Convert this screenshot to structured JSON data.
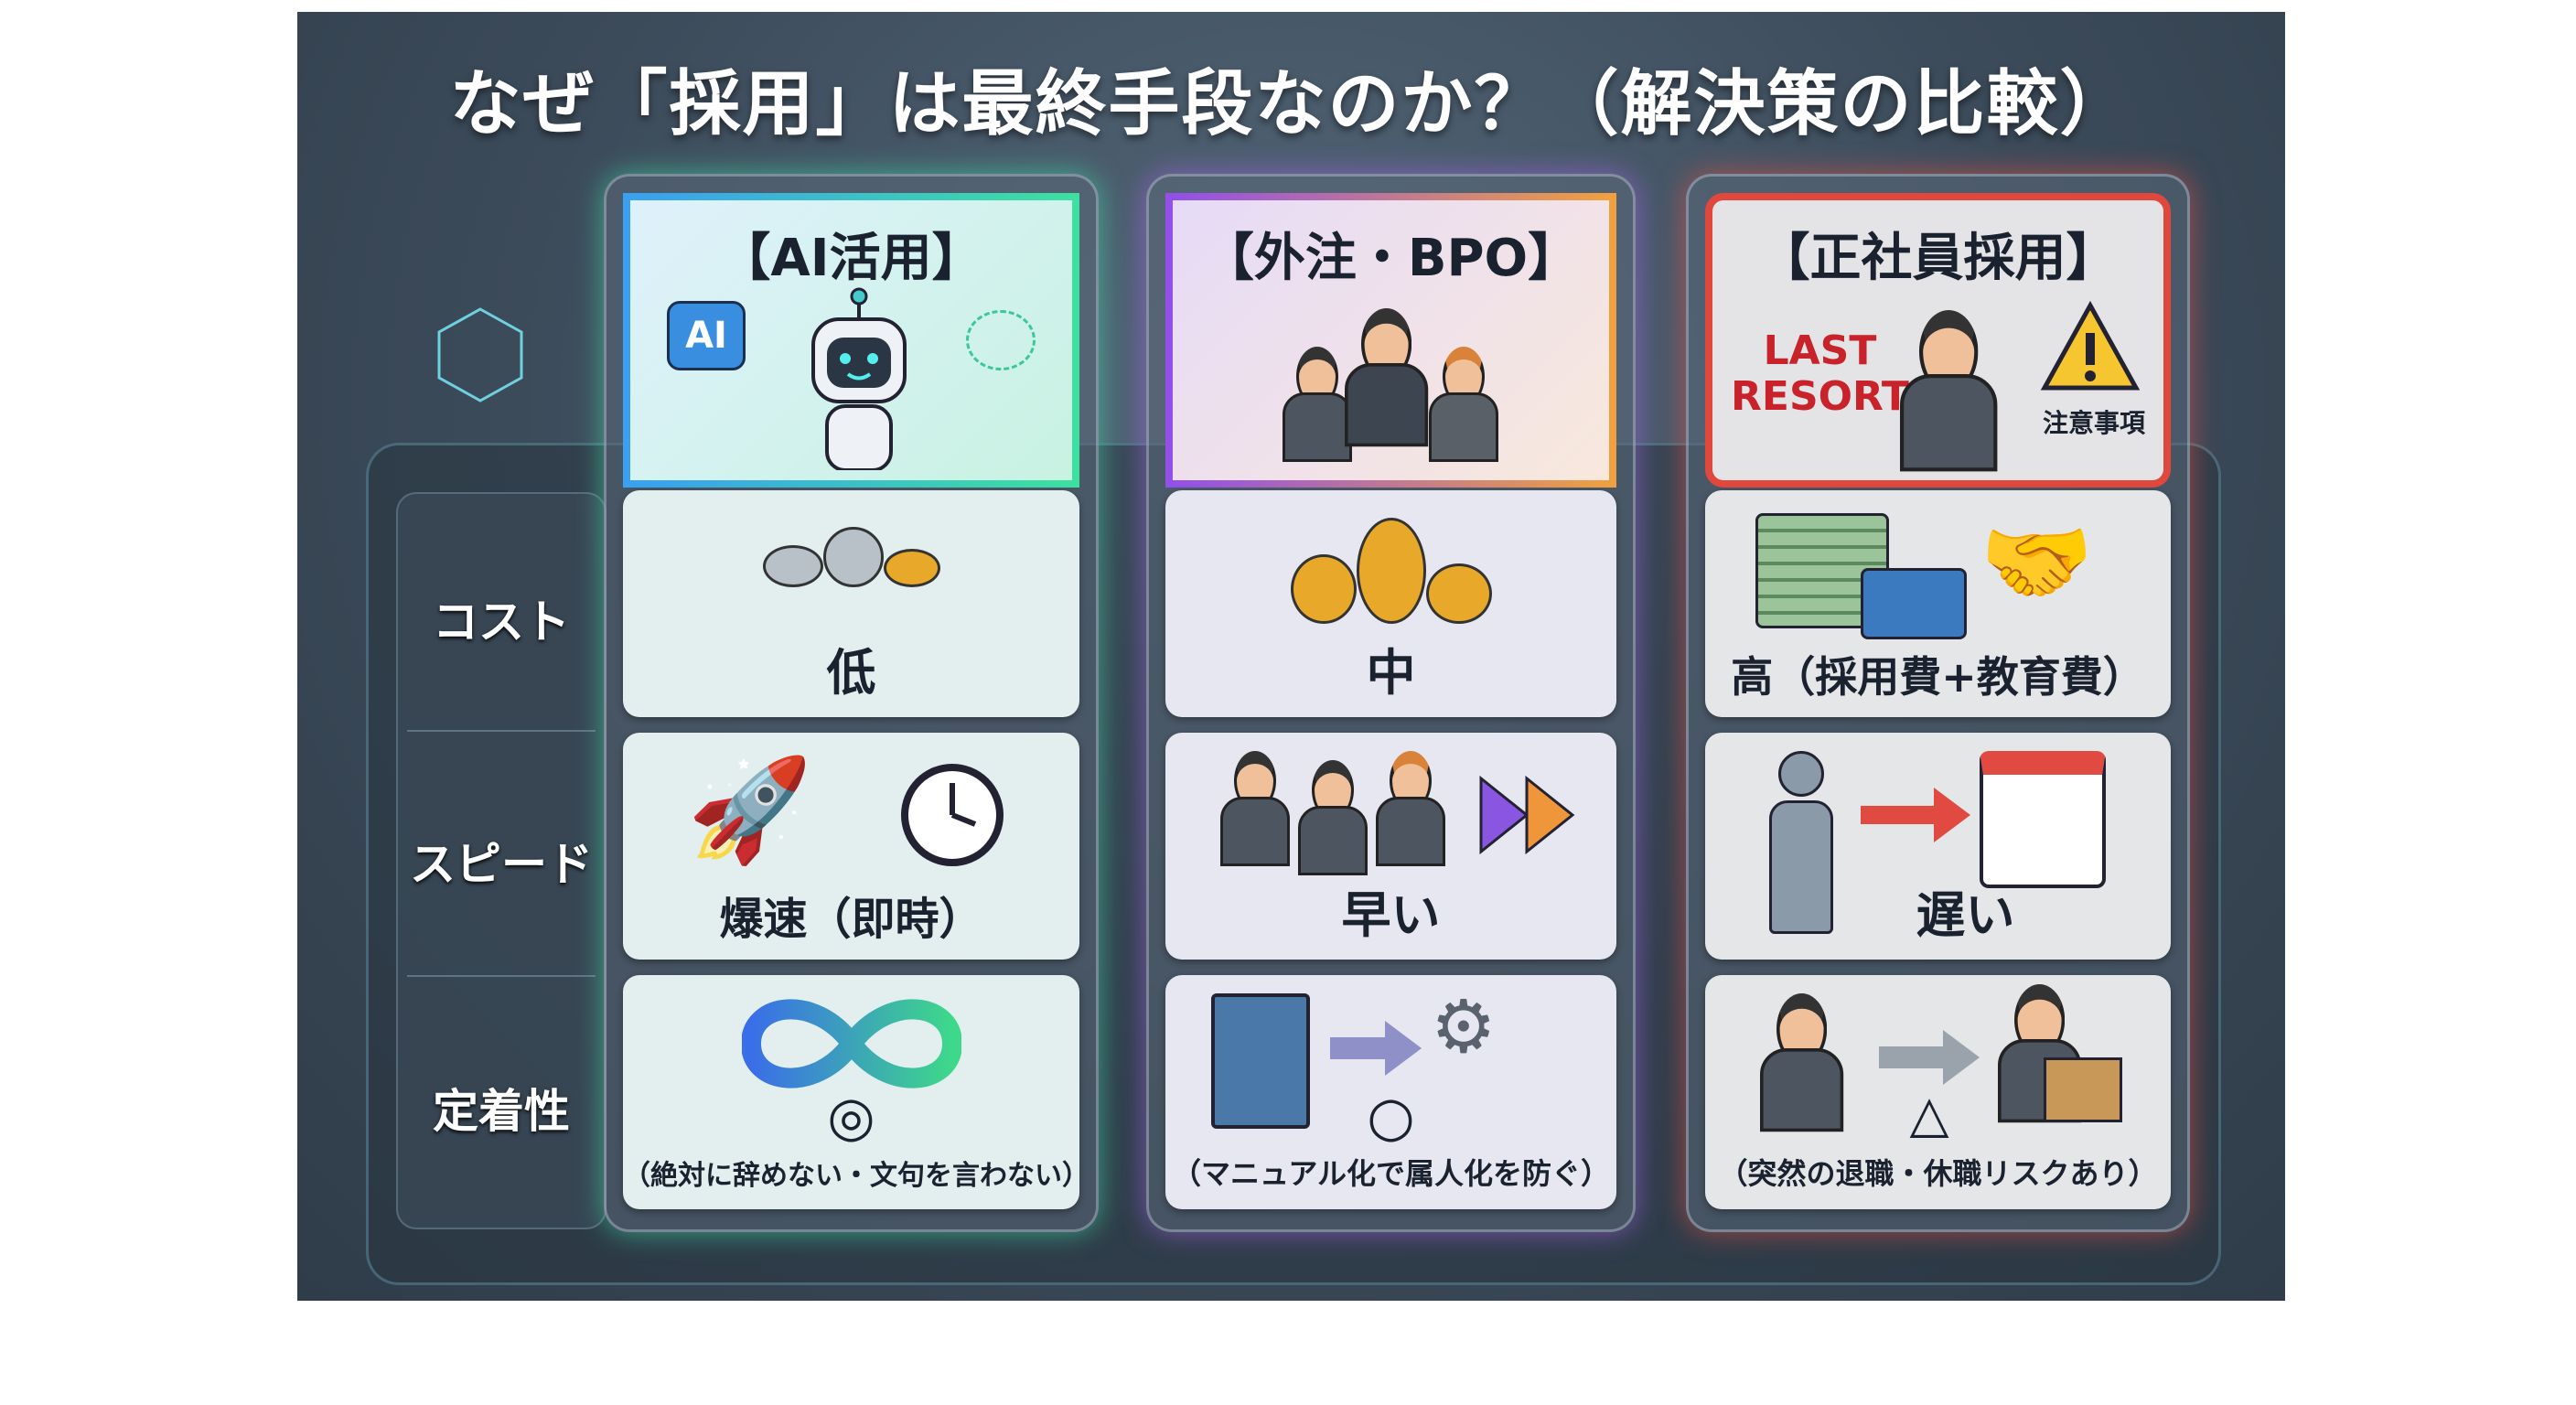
{
  "title": "なぜ「採用」は最終手段なのか？（解決策の比較）",
  "row_labels": [
    "コスト",
    "スピード",
    "定着性"
  ],
  "columns": [
    {
      "title": "【AI活用】",
      "header_badge": "AI",
      "cost": "低",
      "speed": "爆速（即時）",
      "retention_mark": "◎",
      "retention": "（絶対に辞めない・文句を言わない）",
      "accent": "#3de0a0"
    },
    {
      "title": "【外注・BPO】",
      "cost": "中",
      "speed": "早い",
      "retention_mark": "○",
      "retention": "（マニュアル化で属人化を防ぐ）",
      "accent": "#9a55ec"
    },
    {
      "title": "【正社員採用】",
      "header_badge": "LAST RESORT",
      "header_badge_line1": "LAST",
      "header_badge_line2": "RESORT",
      "warning_label": "注意事項",
      "cost": "高（採用費+教育費）",
      "speed": "遅い",
      "retention_mark": "△",
      "retention": "（突然の退職・休職リスクあり）",
      "accent": "#e0483e"
    }
  ]
}
